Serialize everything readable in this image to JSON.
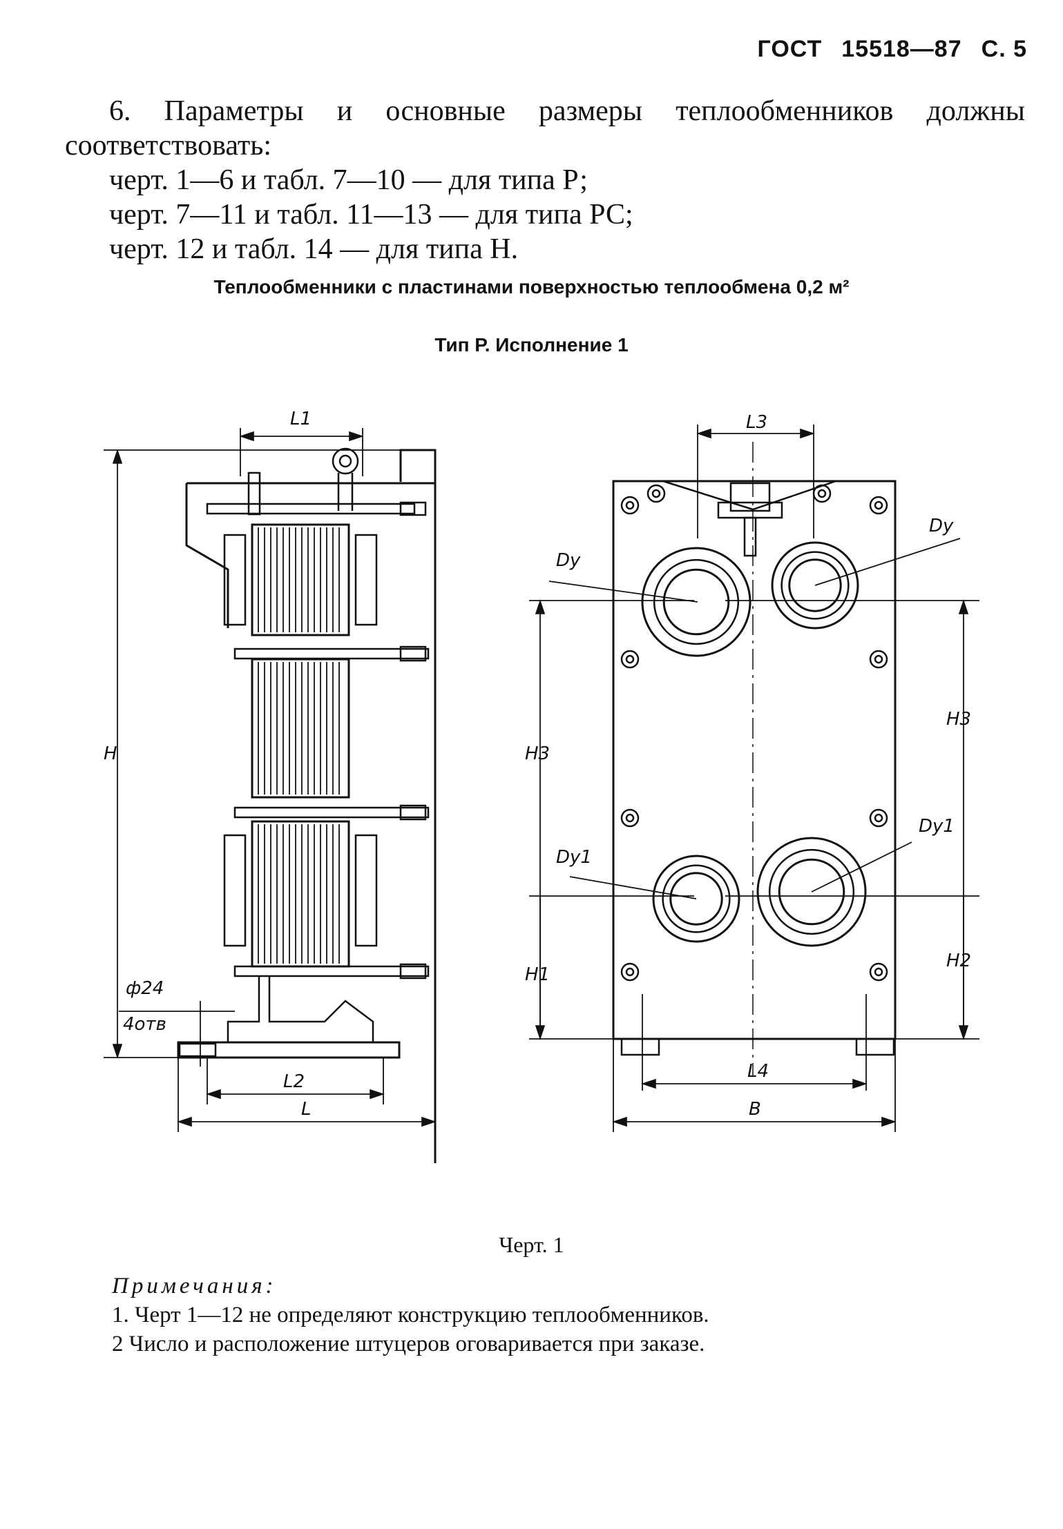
{
  "header": {
    "standard": "ГОСТ",
    "number": "15518—87",
    "page": "С. 5"
  },
  "intro": {
    "paragraph": "6. Параметры и основные размеры теплообменников должны соответствовать:",
    "lines": [
      "черт. 1—6 и табл. 7—10 — для типа Р;",
      "черт. 7—11 и табл. 11—13 — для типа РС;",
      "черт. 12 и табл. 14 — для типа Н."
    ]
  },
  "section_title": "Теплообменники с пластинами поверхностью теплообмена 0,2 м²",
  "subsection_title": "Тип Р. Исполнение 1",
  "drawing": {
    "labels": {
      "L1": "L1",
      "L2": "L2",
      "L": "L",
      "H": "H",
      "phi": "ф24",
      "holes": "4отв",
      "L3": "L3",
      "L4": "L4",
      "B": "B",
      "H1": "H1",
      "H2": "H2",
      "H3": "H3",
      "Dy": "Dу",
      "Dy1": "Dу1"
    }
  },
  "caption": "Черт. 1",
  "notes": {
    "heading": "Примечания:",
    "items": [
      "1. Черт 1—12 не определяют конструкцию теплообменников.",
      "2 Число и расположение штуцеров оговаривается при заказе."
    ]
  }
}
